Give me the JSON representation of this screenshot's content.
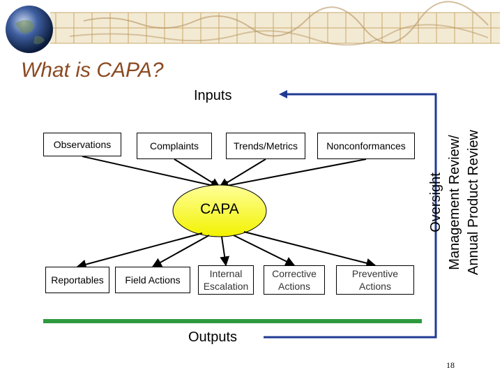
{
  "title": "What is CAPA?",
  "inputs_label": "Inputs",
  "outputs_label": "Outputs",
  "center_label": "CAPA",
  "inputs": [
    {
      "label": "Observations"
    },
    {
      "label": "Complaints"
    },
    {
      "label": "Trends/Metrics"
    },
    {
      "label": "Nonconformances"
    }
  ],
  "outputs": [
    {
      "label": "Reportables"
    },
    {
      "label": "Field Actions"
    },
    {
      "label": "Internal\nEscalation"
    },
    {
      "label": "Corrective\nActions"
    },
    {
      "label": "Preventive\nActions"
    }
  ],
  "oversight": {
    "line1": "Oversight",
    "line2": "Management Review/",
    "line3": "Annual Product Review"
  },
  "page_number": "18",
  "colors": {
    "title": "#8b4a22",
    "capa_fill": "#ffff66",
    "feedback_line": "#1f3a93",
    "output_bar": "#2e9a3e",
    "top_bar": "#c9a86a"
  }
}
